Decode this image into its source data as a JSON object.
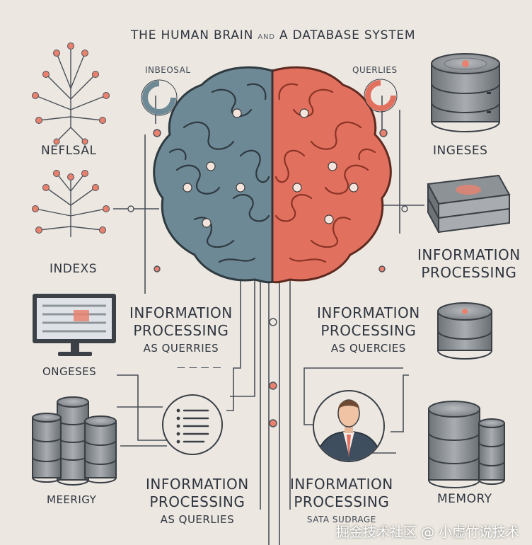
{
  "title": {
    "main_left": "THE HUMAN BRAIN",
    "connector": "AND",
    "main_right": "A DATABASE SYSTEM"
  },
  "labels": {
    "top_left_small": "INBEOSAL",
    "top_right_small": "QUERLIES",
    "neural_left": "NEFLSAL",
    "indexs": "INDEXS",
    "ongeses": "ONGESES",
    "meergy": "MEERIGY",
    "ingeses": "INGESES",
    "info_processing_right": [
      "INFORMATION",
      "PROCESSING"
    ],
    "memory": "MEMORY",
    "center_left": [
      "INFORMATION",
      "PROCESSING",
      "AS QUERRIES"
    ],
    "center_right": [
      "INFORMATION",
      "PROCESSING",
      "AS QUERCIES"
    ],
    "bottom_left": [
      "INFORMATION",
      "PROCESSING",
      "AS QUERLIES"
    ],
    "bottom_right": [
      "INFORMATION",
      "PROCESSING",
      "SATA SUDRAGE"
    ],
    "small_sign": "— — — —"
  },
  "watermark": "掘金技术社区 @ 小虚竹说技术",
  "colors": {
    "background": "#ece8e1",
    "brain_left": "#5f7d8c",
    "brain_right": "#e2705f",
    "line": "#4a4f58",
    "accent": "#e8826e"
  },
  "icons": [
    "tree-network-icon",
    "donut-chart-icon",
    "database-stack-icon",
    "monitor-icon",
    "document-list-icon",
    "businessman-icon",
    "server-tray-icon"
  ]
}
